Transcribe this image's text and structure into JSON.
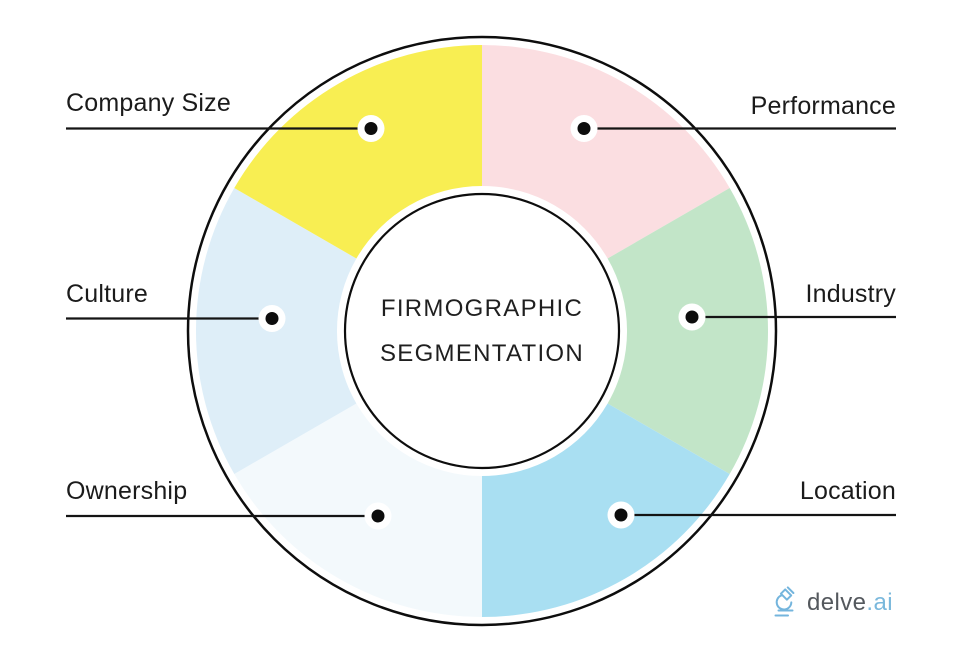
{
  "title": {
    "line1": "FIRMOGRAPHIC",
    "line2": "SEGMENTATION"
  },
  "segments": [
    {
      "label": "Company Size",
      "color": "#F8EE52",
      "side": "left"
    },
    {
      "label": "Performance",
      "color": "#FBDEE1",
      "side": "right"
    },
    {
      "label": "Culture",
      "color": "#DEEEF8",
      "side": "left"
    },
    {
      "label": "Industry",
      "color": "#C2E5C8",
      "side": "right"
    },
    {
      "label": "Ownership",
      "color": "#F3F9FC",
      "side": "left"
    },
    {
      "label": "Location",
      "color": "#A9DFF2",
      "side": "right"
    }
  ],
  "logo": {
    "icon": "microscope-icon",
    "brand": "delve",
    "suffix": ".ai",
    "brand_color": "#54585d",
    "suffix_color": "#7ab8dc",
    "icon_color": "#74b5dd"
  },
  "chart_data": {
    "type": "pie",
    "subtype": "donut",
    "title": "FIRMOGRAPHIC SEGMENTATION",
    "categories": [
      "Performance",
      "Industry",
      "Location",
      "Ownership",
      "Culture",
      "Company Size"
    ],
    "values": [
      16.67,
      16.67,
      16.67,
      16.67,
      16.67,
      16.67
    ],
    "colors": [
      "#FBDEE1",
      "#C2E5C8",
      "#A9DFF2",
      "#F3F9FC",
      "#DEEEF8",
      "#F8EE52"
    ],
    "start_angle_deg": 0,
    "direction": "clockwise",
    "legend_position": "outside-callouts"
  }
}
